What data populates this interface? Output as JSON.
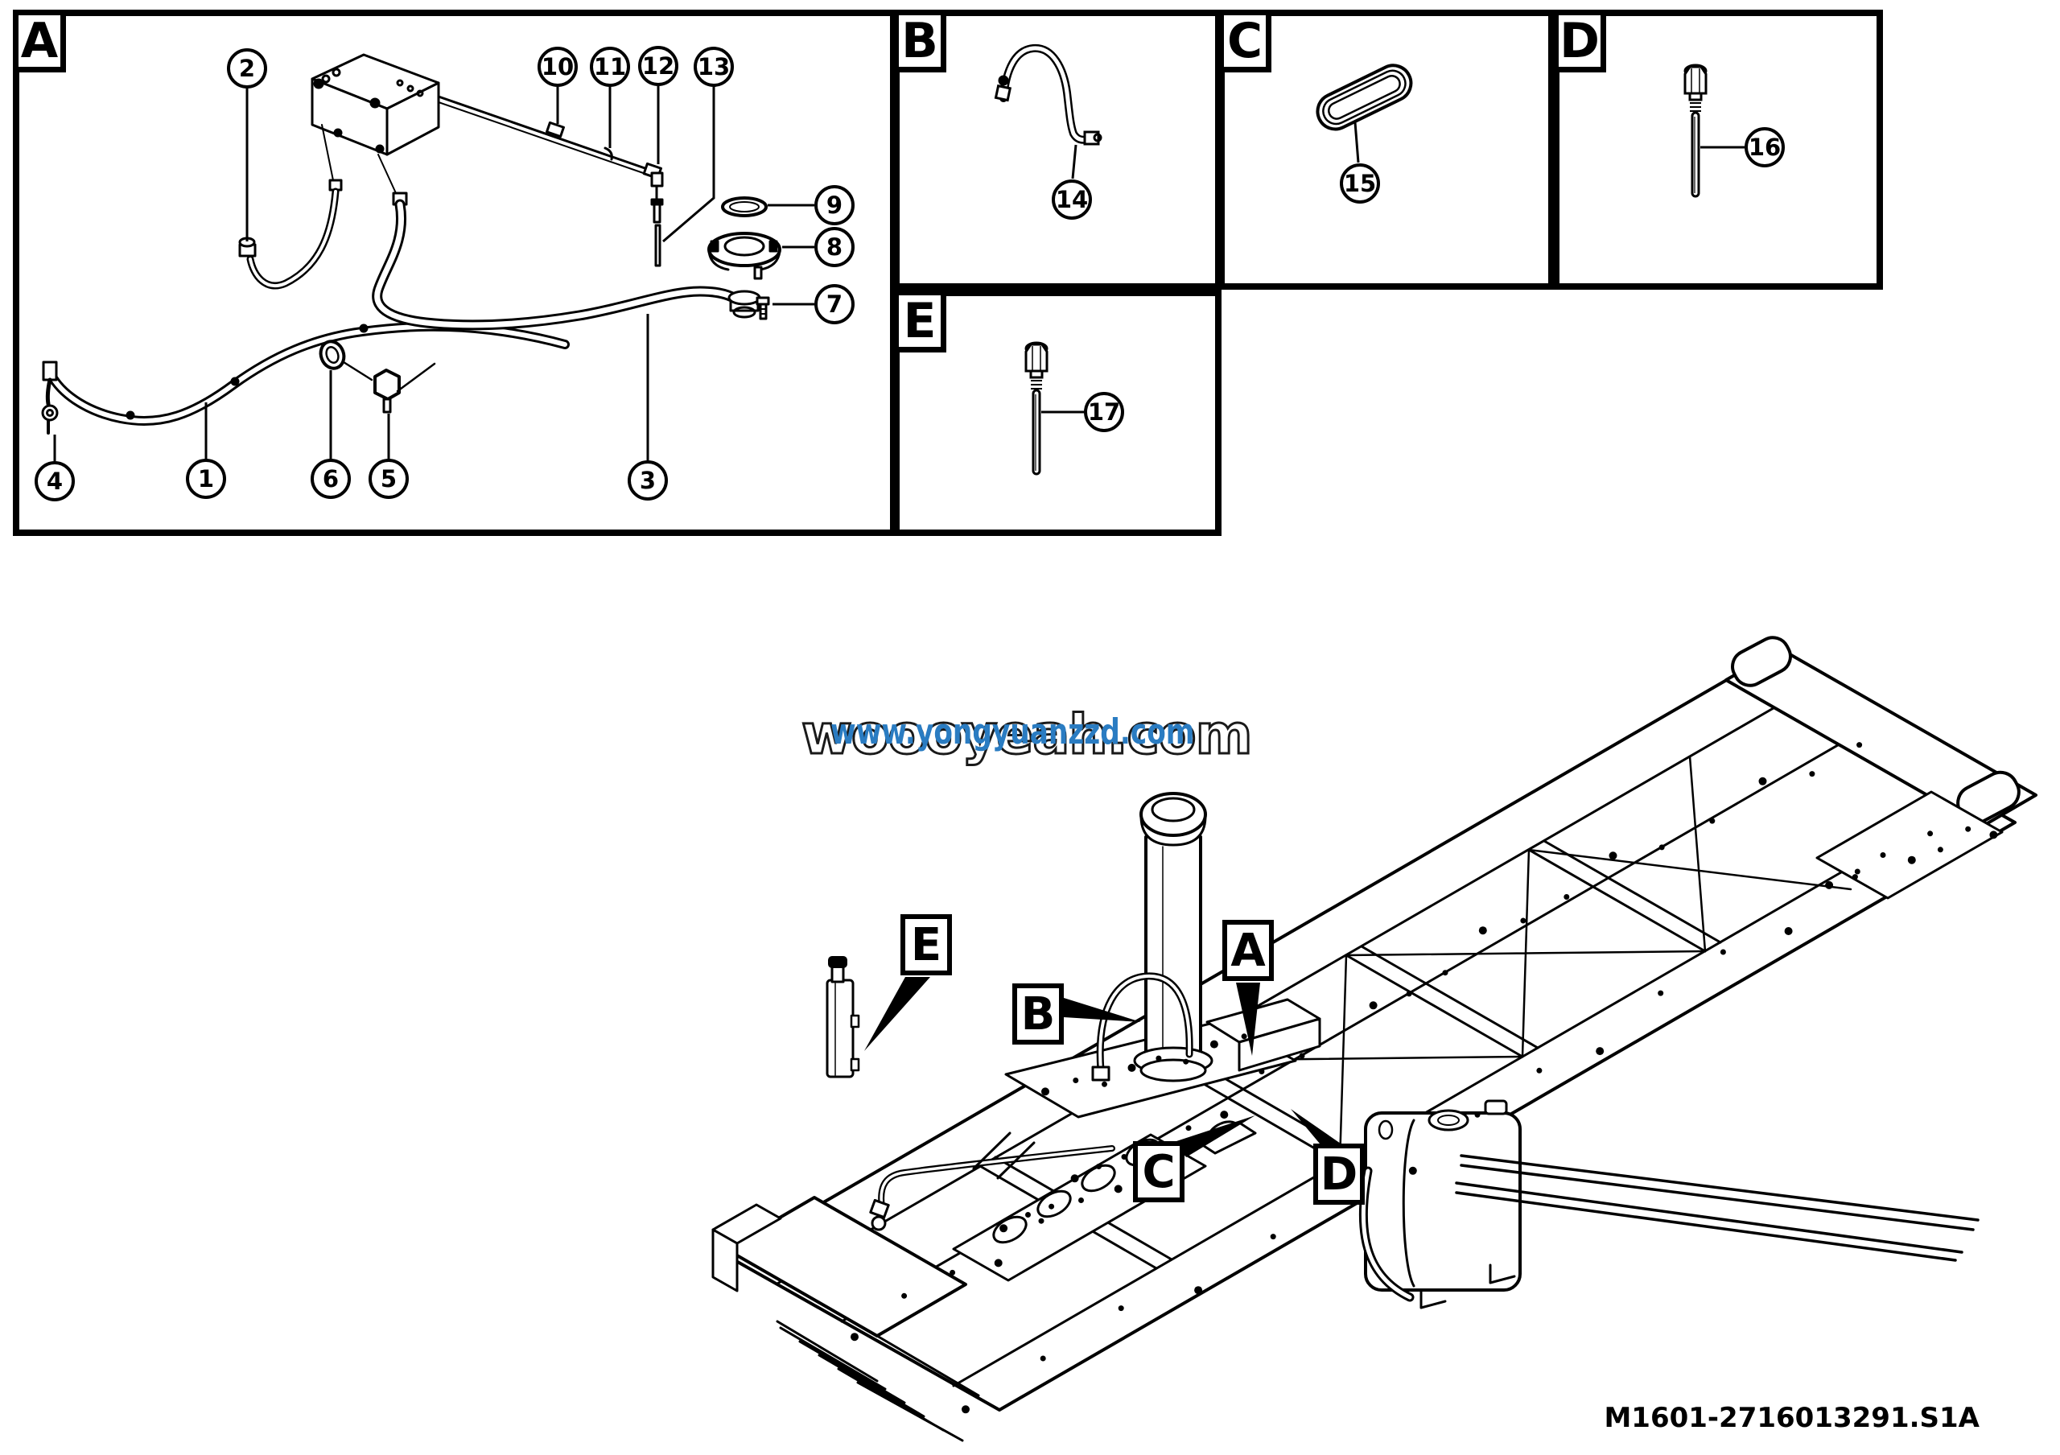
{
  "document": {
    "part_number": "M1601-2716013291.S1A",
    "watermark_outline": "woooyeah.com",
    "watermark_blue": "www.yongyuanzzd.com"
  },
  "panel_labels": {
    "a": "A",
    "b": "B",
    "c": "C",
    "d": "D",
    "e": "E"
  },
  "chassis_labels": {
    "a": "A",
    "b": "B",
    "c": "C",
    "d": "D",
    "e": "E"
  },
  "callouts": [
    "1",
    "2",
    "3",
    "4",
    "5",
    "6",
    "7",
    "8",
    "9",
    "10",
    "11",
    "12",
    "13",
    "14",
    "15",
    "16",
    "17"
  ]
}
